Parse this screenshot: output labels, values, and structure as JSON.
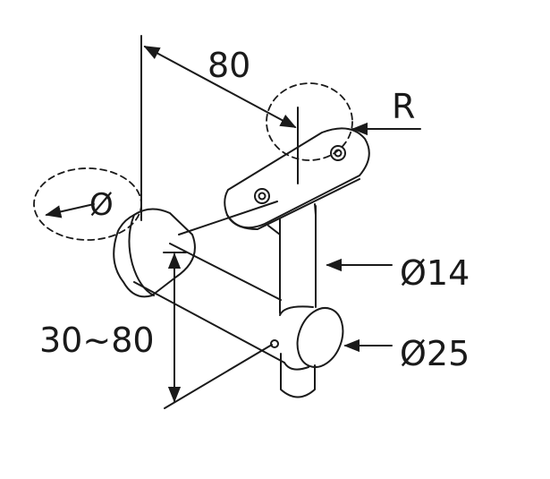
{
  "dimensions": {
    "arm_length": "80",
    "radius": "R",
    "diameter_handrail": "Ø",
    "diameter_post": "Ø14",
    "diameter_barrel": "Ø25",
    "wall_offset": "30~80"
  },
  "colors": {
    "stroke": "#1a1a1a",
    "background": "#ffffff"
  }
}
